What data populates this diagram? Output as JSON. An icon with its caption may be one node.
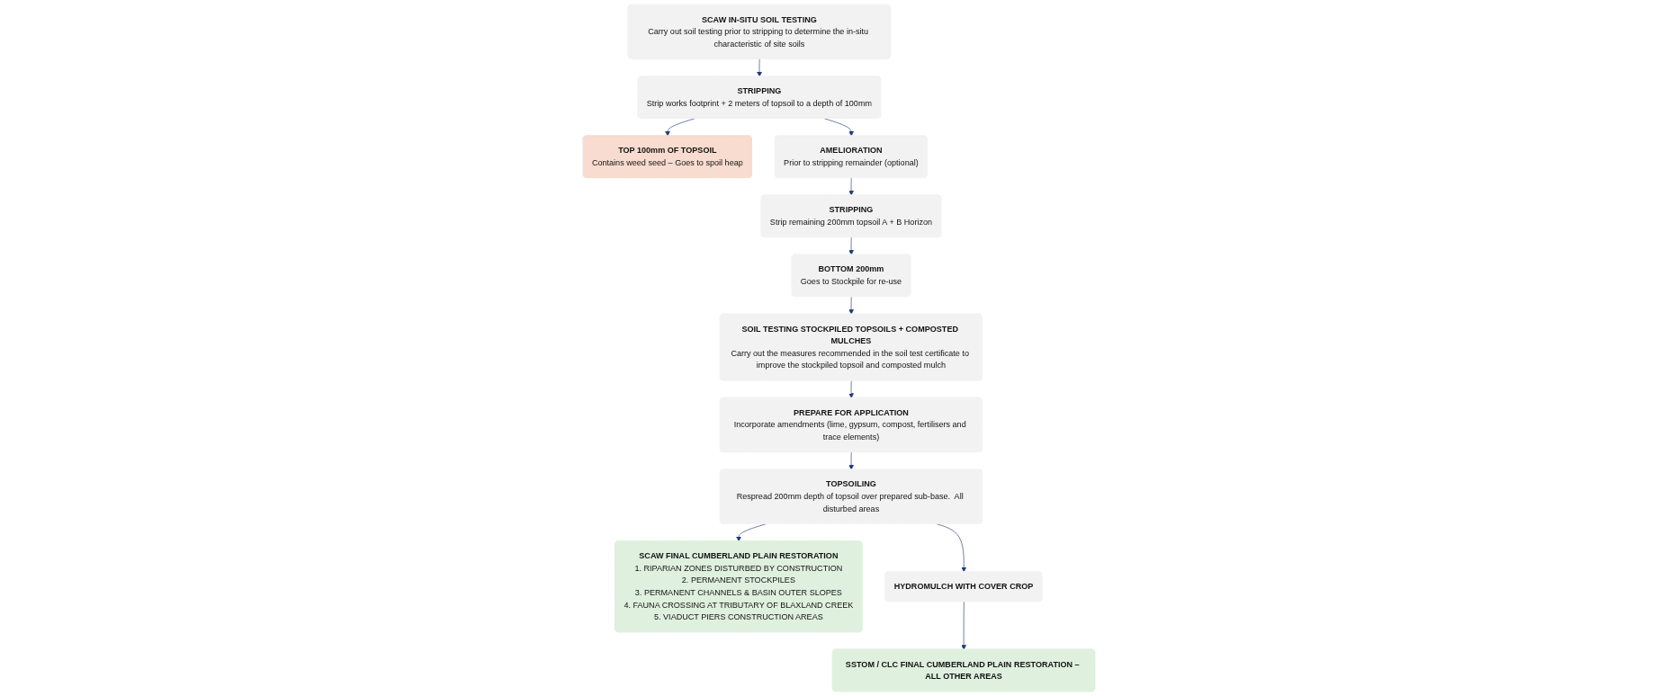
{
  "diagram": {
    "nodes": [
      {
        "text": [
          "SCAW IN-SITU SOIL TESTING",
          "Carry out soil testing prior to stripping to determine the in-situ characteristic of site soils"
        ]
      },
      {
        "text": [
          "STRIPPING",
          "Strip works footprint + 2 meters of topsoil to a depth of 100mm"
        ]
      },
      {
        "text": [
          "TOP 100mm OF TOPSOIL",
          "Contains weed seed – Goes to spoil heap"
        ]
      },
      {
        "text": [
          "AMELIORATION",
          "Prior to stripping remainder (optional)"
        ]
      },
      {
        "text": [
          "STRIPPING",
          "Strip remaining 200mm topsoil A + B Horizon"
        ]
      },
      {
        "text": [
          "BOTTOM 200mm",
          "Goes to Stockpile for re-use"
        ]
      },
      {
        "text": [
          "SOIL TESTING STOCKPILED TOPSOILS + COMPOSTED MULCHES",
          "Carry out the measures recommended in the soil test certificate to improve the stockpiled topsoil and composted mulch"
        ]
      },
      {
        "text": [
          "PREPARE FOR APPLICATION",
          "Incorporate amendments (lime, gypsum, compost, fertilisers and trace elements)"
        ]
      },
      {
        "text": [
          "TOPSOILING",
          "Respread 200mm depth of topsoil over prepared sub-base.  All disturbed areas"
        ]
      },
      {
        "text": [
          "SCAW FINAL CUMBERLAND PLAIN RESTORATION",
          "1. RIPARIAN ZONES DISTURBED BY CONSTRUCTION",
          "2. PERMANENT STOCKPILES",
          "3. PERMANENT CHANNELS & BASIN OUTER SLOPES",
          "4. FAUNA CROSSING AT TRIBUTARY OF BLAXLAND CREEK",
          "5. VIADUCT PIERS CONSTRUCTION AREAS"
        ]
      },
      {
        "text": [
          "HYDROMULCH WITH COVER CROP"
        ]
      },
      {
        "text": [
          "SSTOM / CLC FINAL CUMBERLAND PLAIN RESTORATION – ALL OTHER AREAS"
        ]
      }
    ],
    "edges": [
      {
        "from": 0,
        "to": 1,
        "arrow": "to"
      },
      {
        "from": 1,
        "to": 2,
        "arrow": "to"
      },
      {
        "from": 1,
        "to": 3,
        "arrow": "to"
      },
      {
        "from": 3,
        "to": 4,
        "arrow": "to"
      },
      {
        "from": 4,
        "to": 5,
        "arrow": "to"
      },
      {
        "from": 5,
        "to": 6,
        "arrow": "to"
      },
      {
        "from": 6,
        "to": 7,
        "arrow": "to"
      },
      {
        "from": 7,
        "to": 8,
        "arrow": "to"
      },
      {
        "from": 8,
        "to": 9,
        "arrow": "to"
      },
      {
        "from": 8,
        "to": 10,
        "arrow": "to"
      },
      {
        "from": 10,
        "to": 11,
        "arrow": "to"
      }
    ]
  }
}
